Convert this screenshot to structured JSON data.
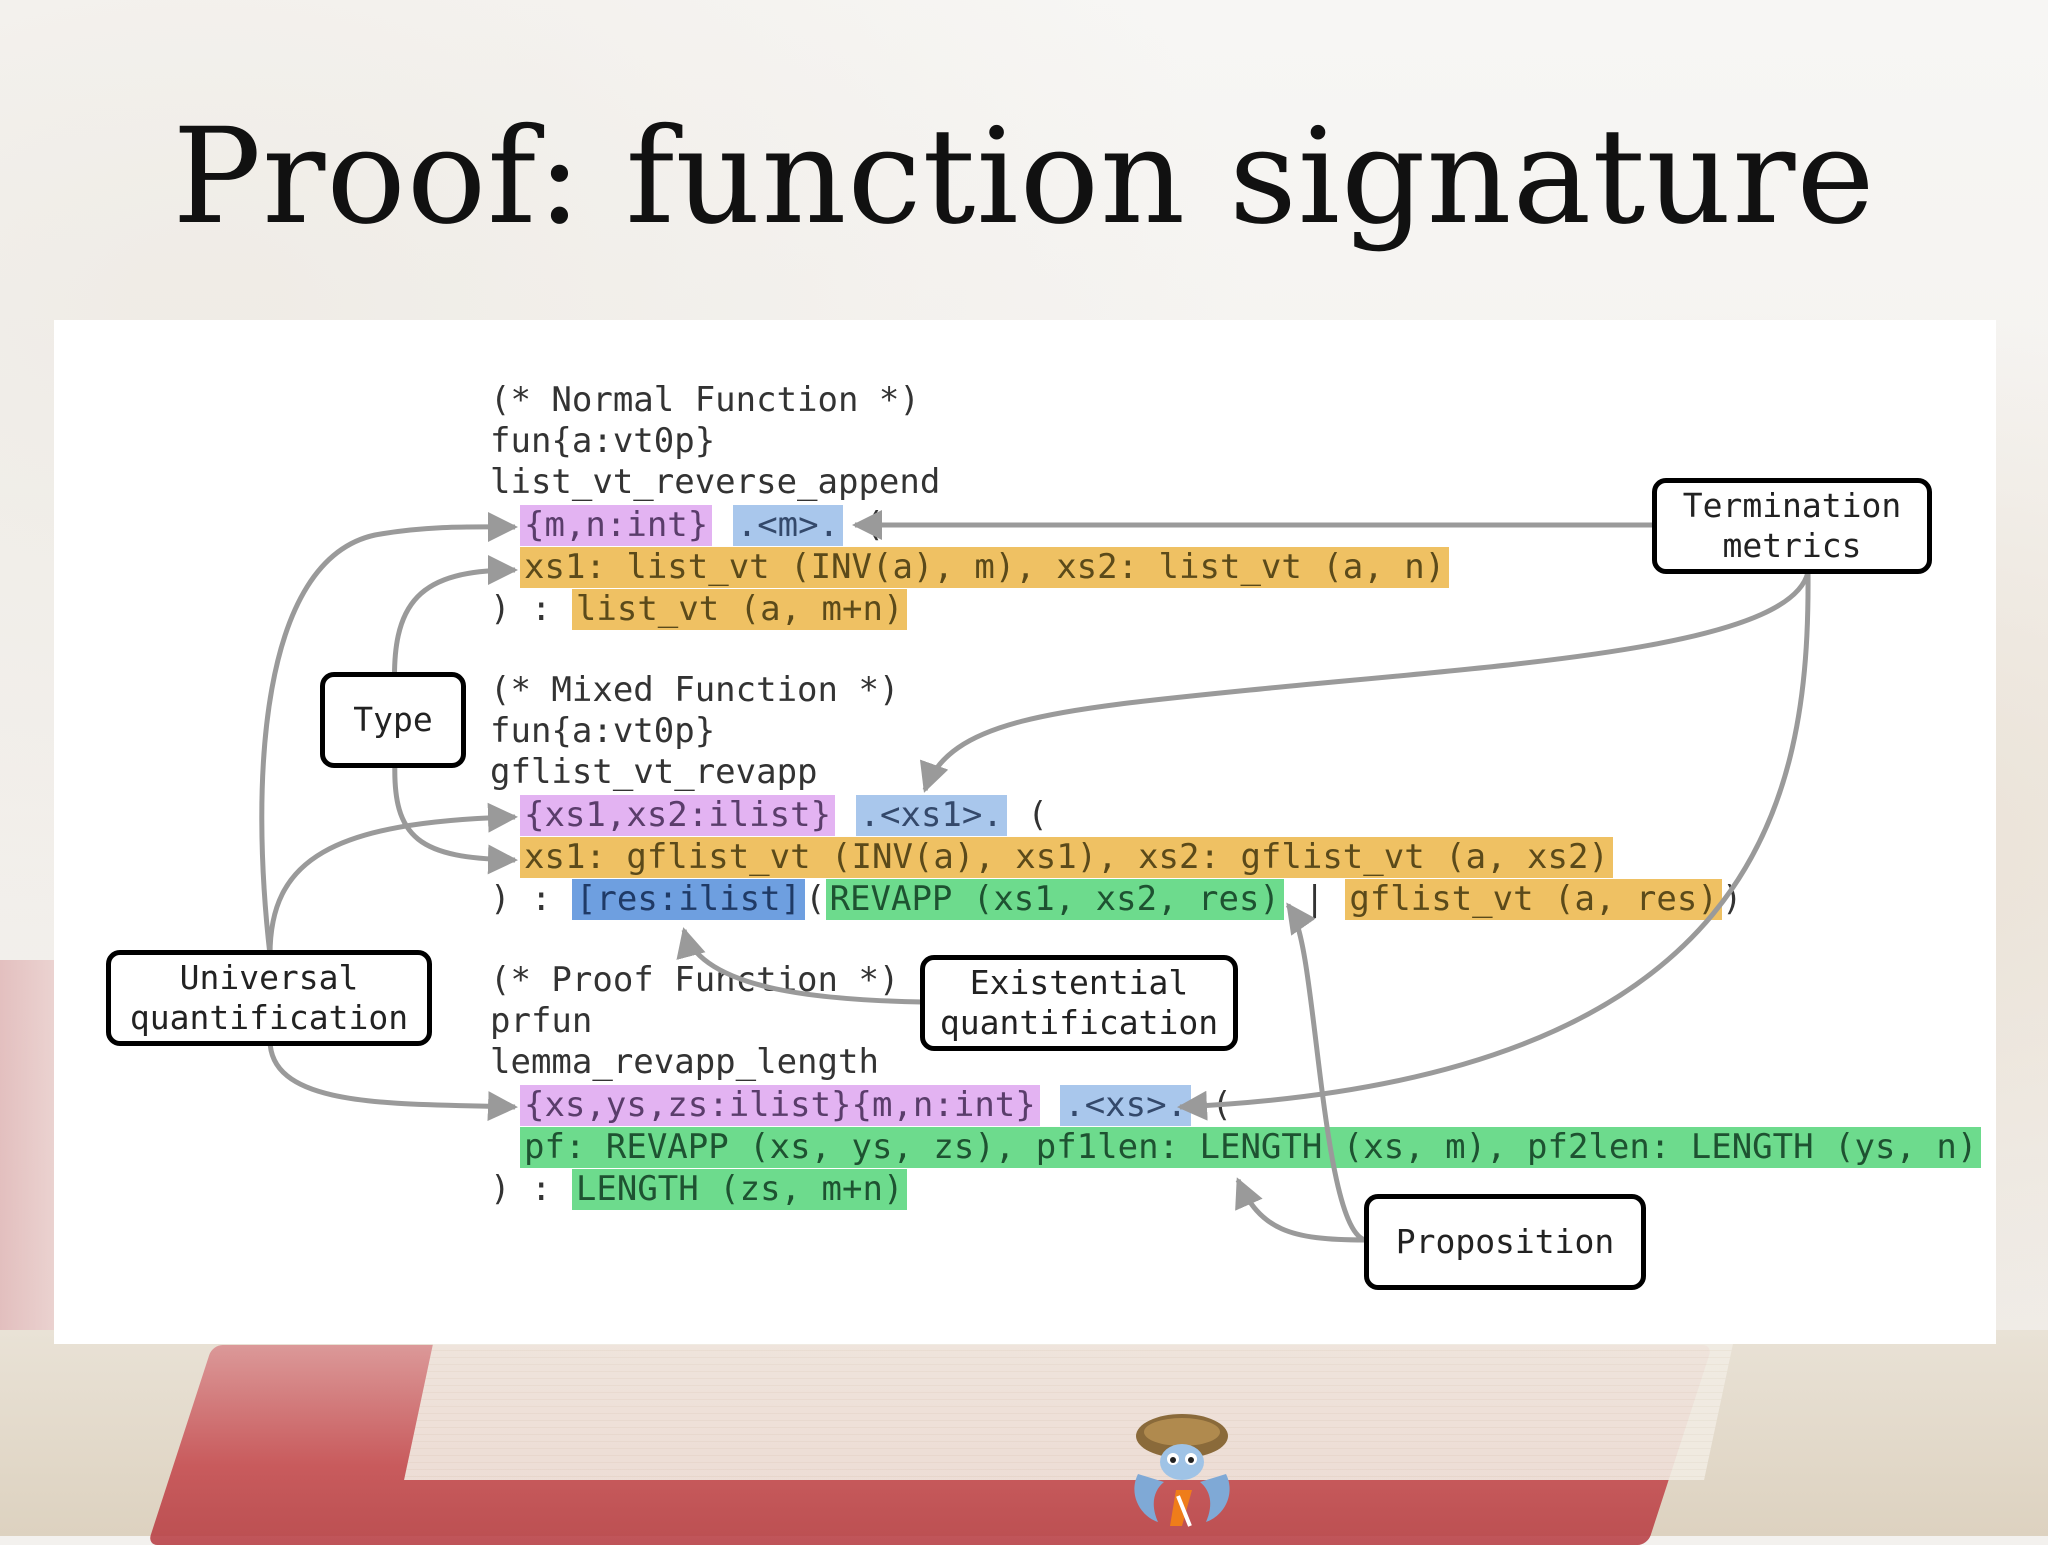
{
  "slide": {
    "title": "Proof: function signature"
  },
  "code": {
    "normal": {
      "comment": "(* Normal Function *)",
      "fun": "fun{a:vt0p}",
      "name": "list_vt_reverse_append",
      "universal": "{m,n:int}",
      "termination": ".<m>.",
      "paren_open": "(",
      "args": "xs1: list_vt (INV(a), m), xs2: list_vt (a, n)",
      "ret_prefix": ") :",
      "ret_type": "list_vt (a, m+n)"
    },
    "mixed": {
      "comment": "(* Mixed Function *)",
      "fun": "fun{a:vt0p}",
      "name": "gflist_vt_revapp",
      "universal": "{xs1,xs2:ilist}",
      "termination": ".<xs1>.",
      "paren_open": "(",
      "args": "xs1: gflist_vt (INV(a), xs1), xs2: gflist_vt (a, xs2)",
      "ret_prefix": ") :",
      "existential": "[res:ilist]",
      "paren_mid": "(",
      "proposition": "REVAPP (xs1, xs2, res)",
      "bar": "|",
      "ret_type": "gflist_vt (a, res)",
      "paren_close": ")"
    },
    "proof": {
      "comment": "(* Proof Function *)",
      "fun": "prfun",
      "name": "lemma_revapp_length",
      "universal": "{xs,ys,zs:ilist}{m,n:int}",
      "termination": ".<xs>.",
      "paren_open": "(",
      "args": "pf: REVAPP (xs, ys, zs), pf1len: LENGTH (xs, m), pf2len: LENGTH (ys, n)",
      "ret_prefix": ") :",
      "ret_type": "LENGTH (zs, m+n)"
    }
  },
  "labels": {
    "termination": "Termination metrics",
    "type": "Type",
    "universal": "Universal quantification",
    "existential": "Existential quantification",
    "proposition": "Proposition"
  },
  "colors": {
    "universal": "#e3b3f2",
    "termination": "#a9c7ec",
    "existential": "#6e9fe0",
    "type": "#efc163",
    "proposition": "#6ddb8d",
    "arrow": "#9a9a9a"
  },
  "icons": {
    "logo": "ats-mascot-icon"
  }
}
